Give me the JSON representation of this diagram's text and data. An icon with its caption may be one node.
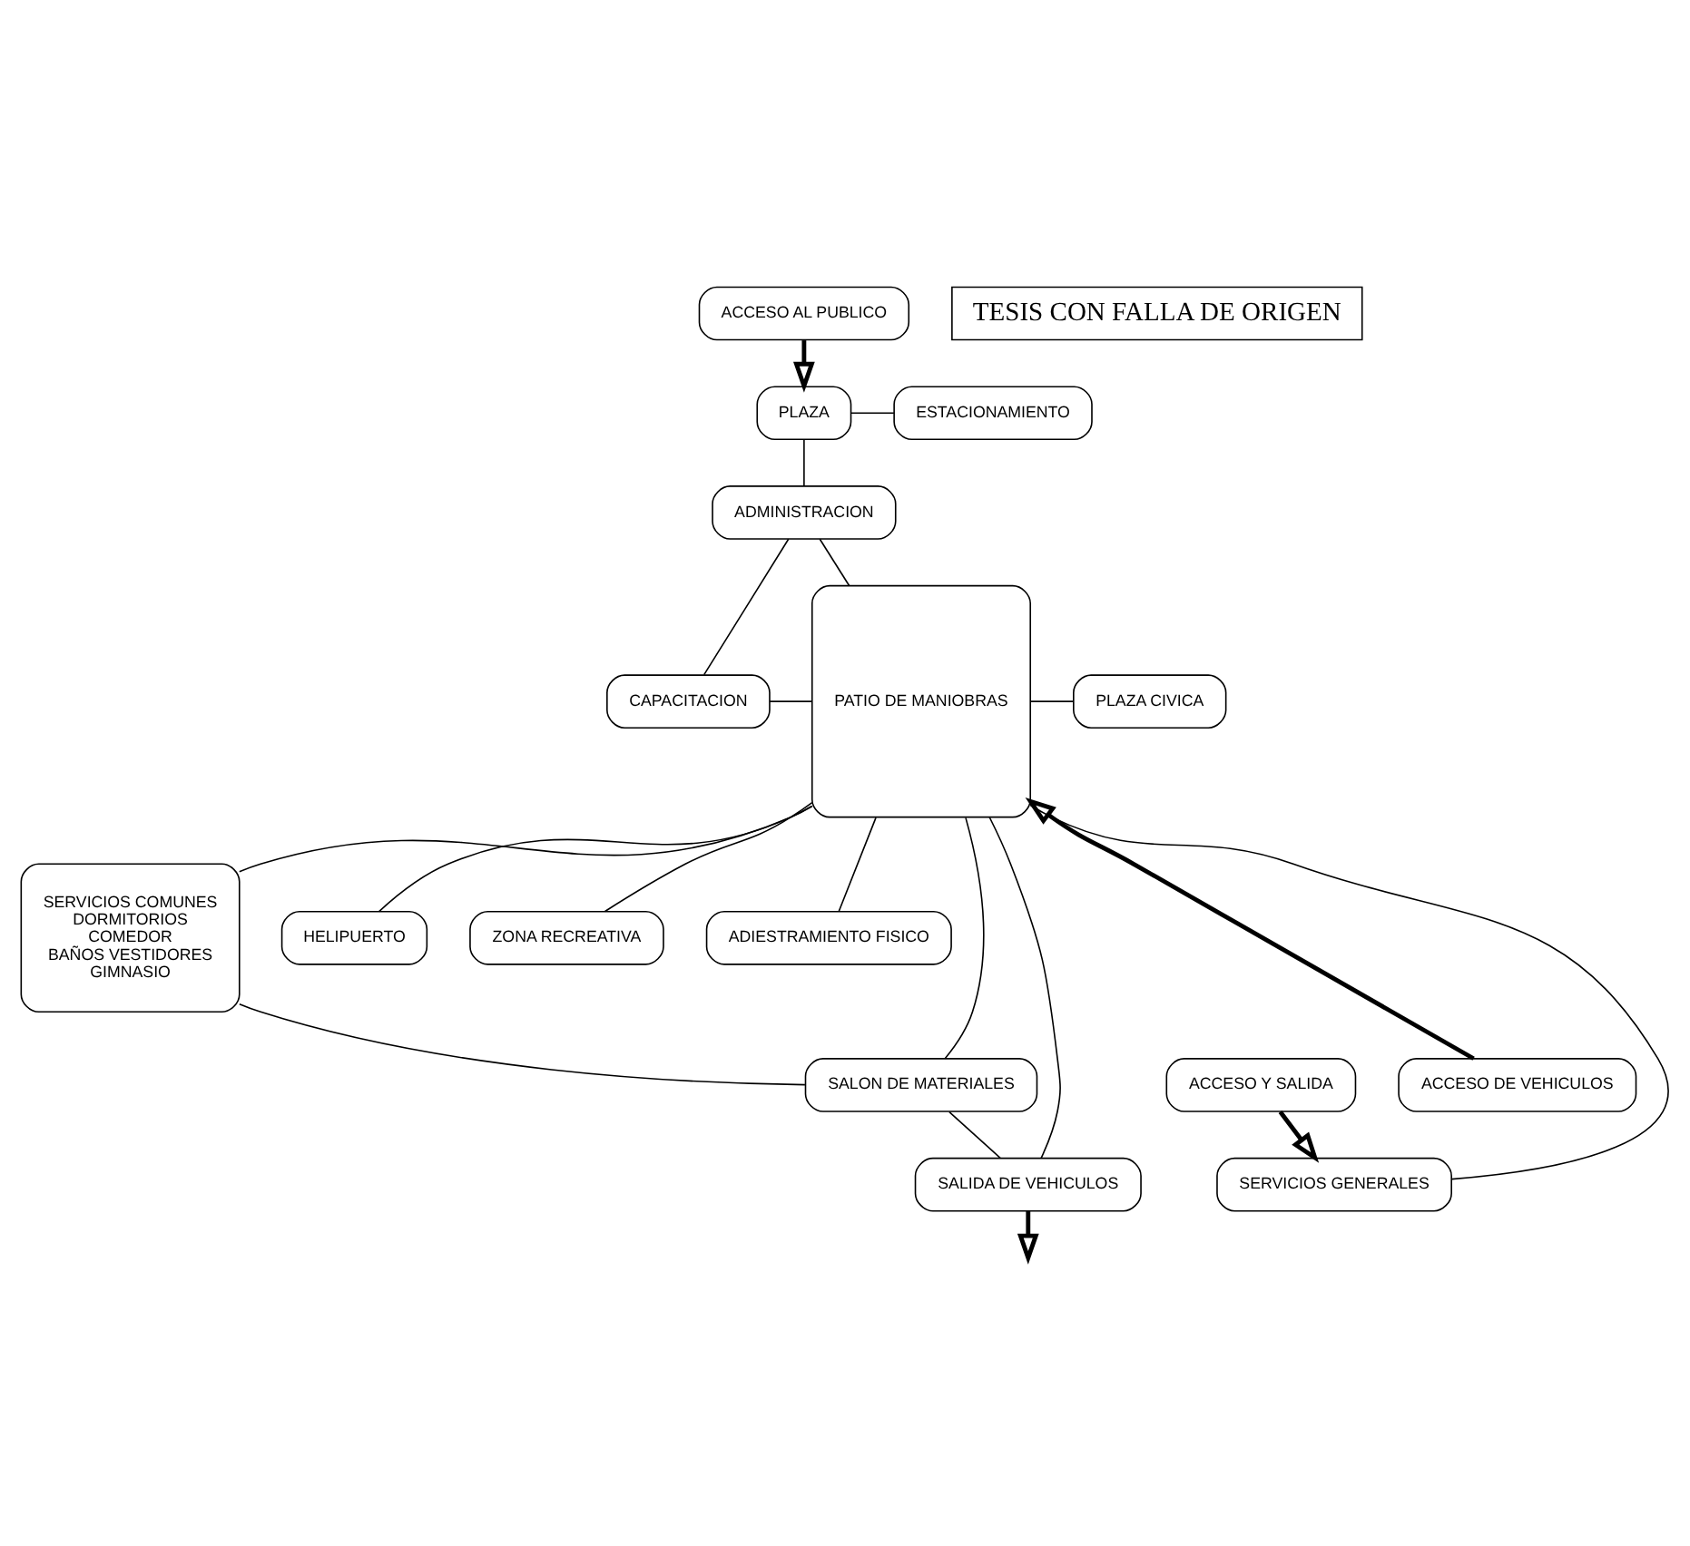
{
  "diagram": {
    "nodes": [
      {
        "text": [
          "ACCESO AL PUBLICO"
        ]
      },
      {
        "text": [
          "PLAZA"
        ]
      },
      {
        "text": [
          "ESTACIONAMIENTO"
        ]
      },
      {
        "text": [
          "ADMINISTRACION"
        ]
      },
      {
        "text": [
          "CAPACITACION"
        ]
      },
      {
        "text": [
          "SERVICIOS COMUNES",
          "DORMITORIOS",
          "COMEDOR",
          "BAÑOS VESTIDORES",
          "GIMNASIO"
        ]
      },
      {
        "text": [
          "PATIO DE MANIOBRAS"
        ]
      },
      {
        "text": [
          "PLAZA CIVICA"
        ]
      },
      {
        "text": [
          "HELIPUERTO"
        ]
      },
      {
        "text": [
          "ZONA RECREATIVA"
        ]
      },
      {
        "text": [
          "ADIESTRAMIENTO FISICO"
        ]
      },
      {
        "text": [
          "SALON DE MATERIALES"
        ]
      },
      {
        "text": [
          "SALIDA DE VEHICULOS"
        ]
      },
      {
        "text": [
          "SERVICIOS GENERALES"
        ]
      },
      {
        "text": [
          "ACCESO DE VEHICULOS"
        ]
      },
      {
        "text": [
          "ACCESO Y SALIDA"
        ]
      }
    ],
    "edges": [
      {
        "from": 0,
        "to": 1,
        "arrow": "to",
        "style": "thick"
      },
      {
        "from": 1,
        "to": 2,
        "arrow": "none"
      },
      {
        "from": 1,
        "to": 3,
        "arrow": "none"
      },
      {
        "from": 3,
        "to": 4,
        "arrow": "none"
      },
      {
        "from": 3,
        "to": 6,
        "arrow": "none"
      },
      {
        "from": 4,
        "to": 6,
        "arrow": "none"
      },
      {
        "from": 5,
        "to": 6,
        "arrow": "none"
      },
      {
        "from": 6,
        "to": 7,
        "arrow": "none"
      },
      {
        "from": 6,
        "to": 8,
        "arrow": "none"
      },
      {
        "from": 6,
        "to": 9,
        "arrow": "none"
      },
      {
        "from": 6,
        "to": 10,
        "arrow": "none"
      },
      {
        "from": 5,
        "to": 11,
        "arrow": "none"
      },
      {
        "from": 11,
        "to": 6,
        "arrow": "none"
      },
      {
        "from": 11,
        "to": 12,
        "arrow": "none"
      },
      {
        "from": 12,
        "to": 6,
        "arrow": "none"
      },
      {
        "from": 6,
        "to": 13,
        "arrow": "none"
      },
      {
        "from": 14,
        "to": 6,
        "arrow": "to",
        "style": "thick"
      },
      {
        "from": 15,
        "to": 13,
        "arrow": "to",
        "style": "thick"
      },
      {
        "from": 12,
        "to": null,
        "arrow": "to",
        "style": "thick"
      }
    ],
    "labels": [
      "TESIS CON FALLA DE ORIGEN"
    ]
  }
}
